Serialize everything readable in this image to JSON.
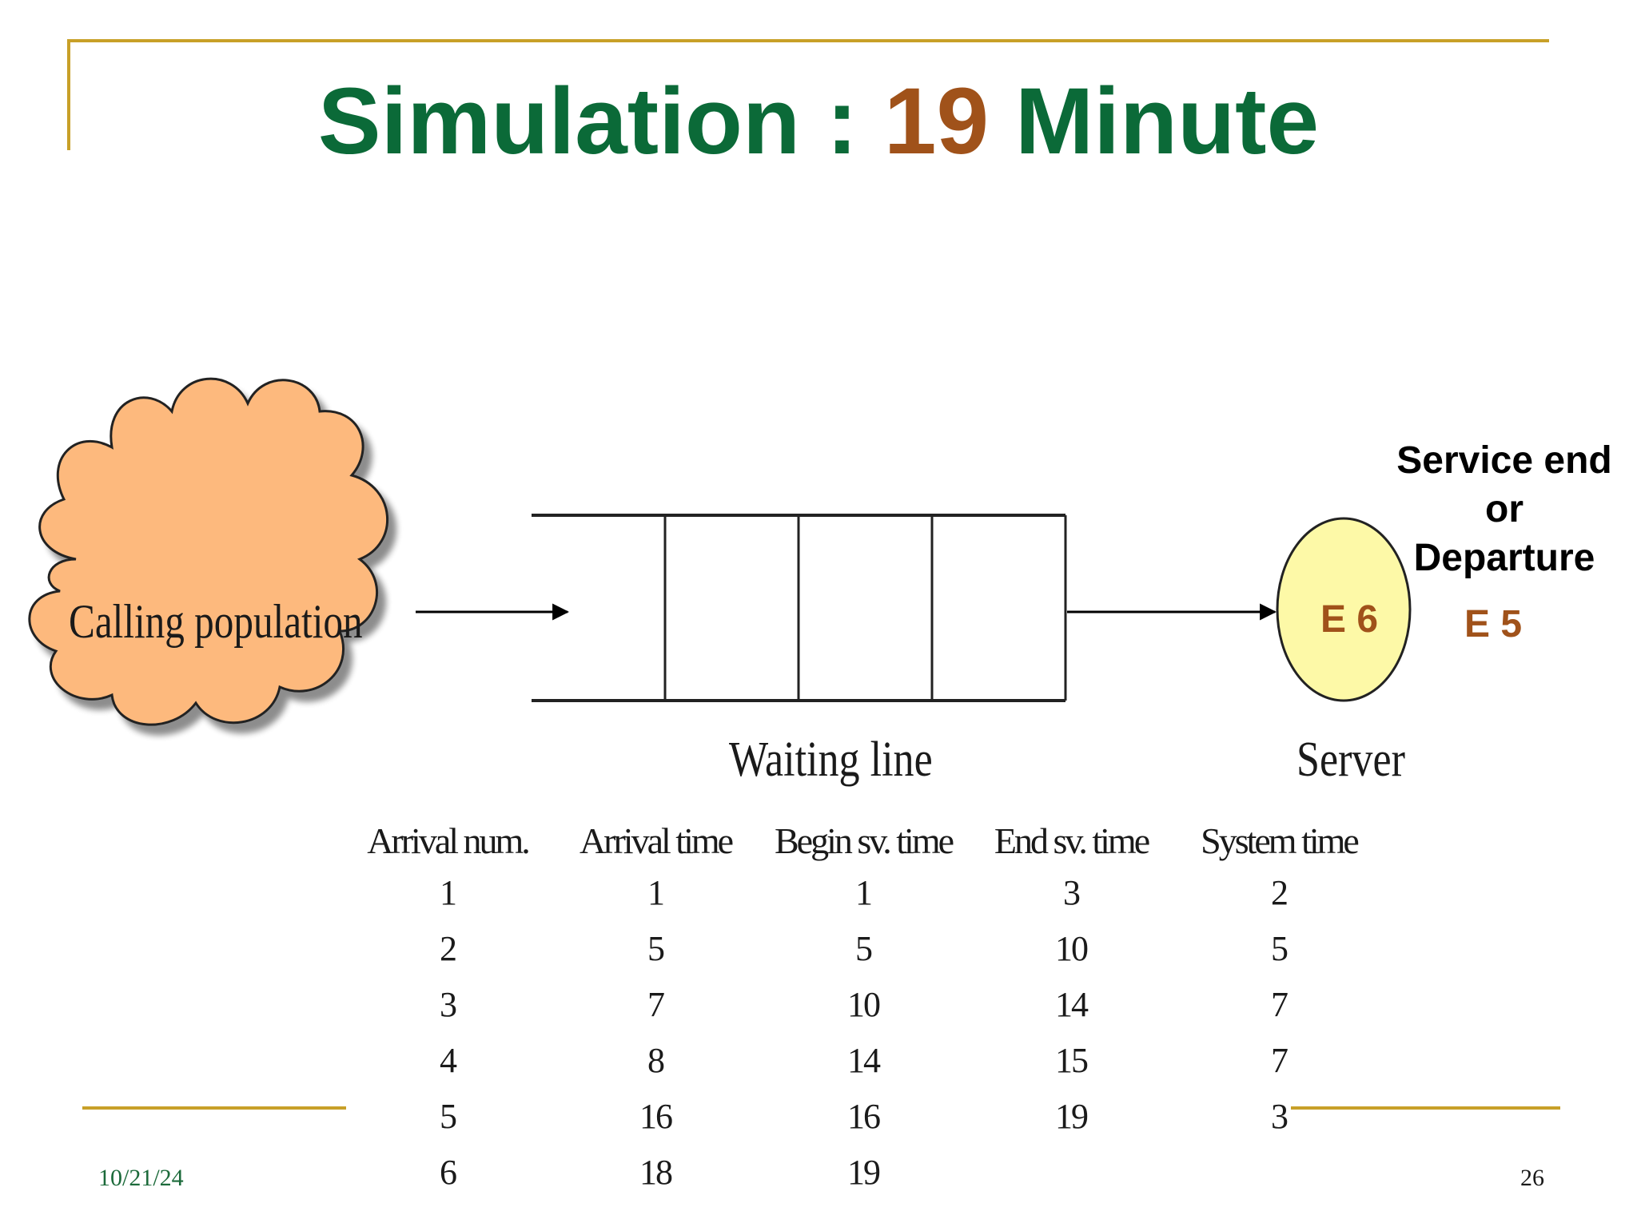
{
  "slide": {
    "title_prefix": "Simulation : ",
    "title_minute": "19",
    "title_suffix": " Minute",
    "footer_date": "10/21/24",
    "page_number": "26"
  },
  "diagram": {
    "calling_population_label": "Calling population",
    "waiting_line_label": "Waiting line",
    "server_label": "Server",
    "server_entity": "E 6",
    "departure_label_lines": [
      "Service end",
      "or",
      "Departure"
    ],
    "departed_entity": "E 5",
    "queue_slots_occupied": 0
  },
  "table": {
    "headers": [
      "Arrival num.",
      "Arrival time",
      "Begin sv. time",
      "End sv. time",
      "System time"
    ],
    "rows": [
      [
        "1",
        "1",
        "1",
        "3",
        "2"
      ],
      [
        "2",
        "5",
        "5",
        "10",
        "5"
      ],
      [
        "3",
        "7",
        "10",
        "14",
        "7"
      ],
      [
        "4",
        "8",
        "14",
        "15",
        "7"
      ],
      [
        "5",
        "16",
        "16",
        "19",
        "3"
      ],
      [
        "6",
        "18",
        "19",
        "",
        ""
      ]
    ]
  },
  "colors": {
    "title_green": "#0b6a38",
    "highlight_brown": "#a0521a",
    "frame_gold": "#c8a028",
    "cloud_fill": "#fdb97d",
    "server_fill": "#fdf9a7"
  }
}
